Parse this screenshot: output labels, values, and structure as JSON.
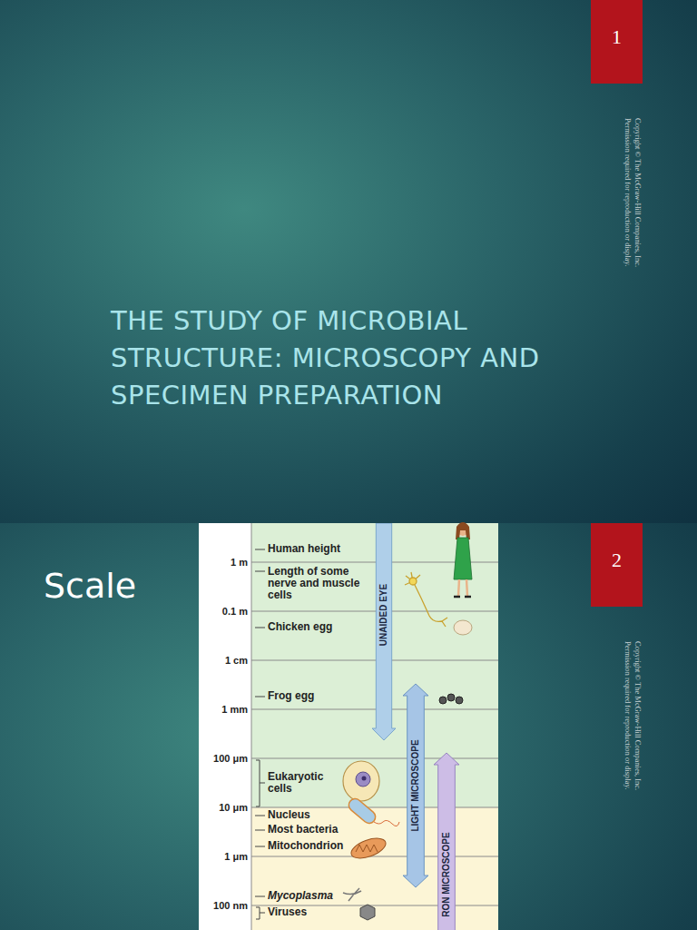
{
  "diagram": {
    "title": "THE STUDY OF MICROBIAL STRUCTURE: MICROSCOPY AND SPECIMEN PREPARATION",
    "nodes": [
      {
        "text": [
          "1"
        ]
      },
      {
        "text": [
          "2"
        ]
      },
      {
        "text": [
          "UNAIDED EYE"
        ]
      },
      {
        "text": [
          "LIGHT MICROSCOPE"
        ]
      },
      {
        "text": [
          "RON MICROSCOPE"
        ]
      }
    ],
    "labels": [
      "Scale",
      "Copyright © The McGraw-Hill Companies, Inc. Permission required for reproduction or display.",
      "Copyright © The McGraw-Hill Companies, Inc. Permission required for reproduction or display.",
      "1 m",
      "0.1 m",
      "1 cm",
      "1 mm",
      "100 μm",
      "10 μm",
      "1 μm",
      "100 nm",
      "Human height",
      "Length of some nerve and muscle cells",
      "Chicken egg",
      "Frog egg",
      "Eukaryotic cells",
      "Nucleus",
      "Most bacteria",
      "Mitochondrion",
      "Mycoplasma",
      "Viruses"
    ]
  }
}
